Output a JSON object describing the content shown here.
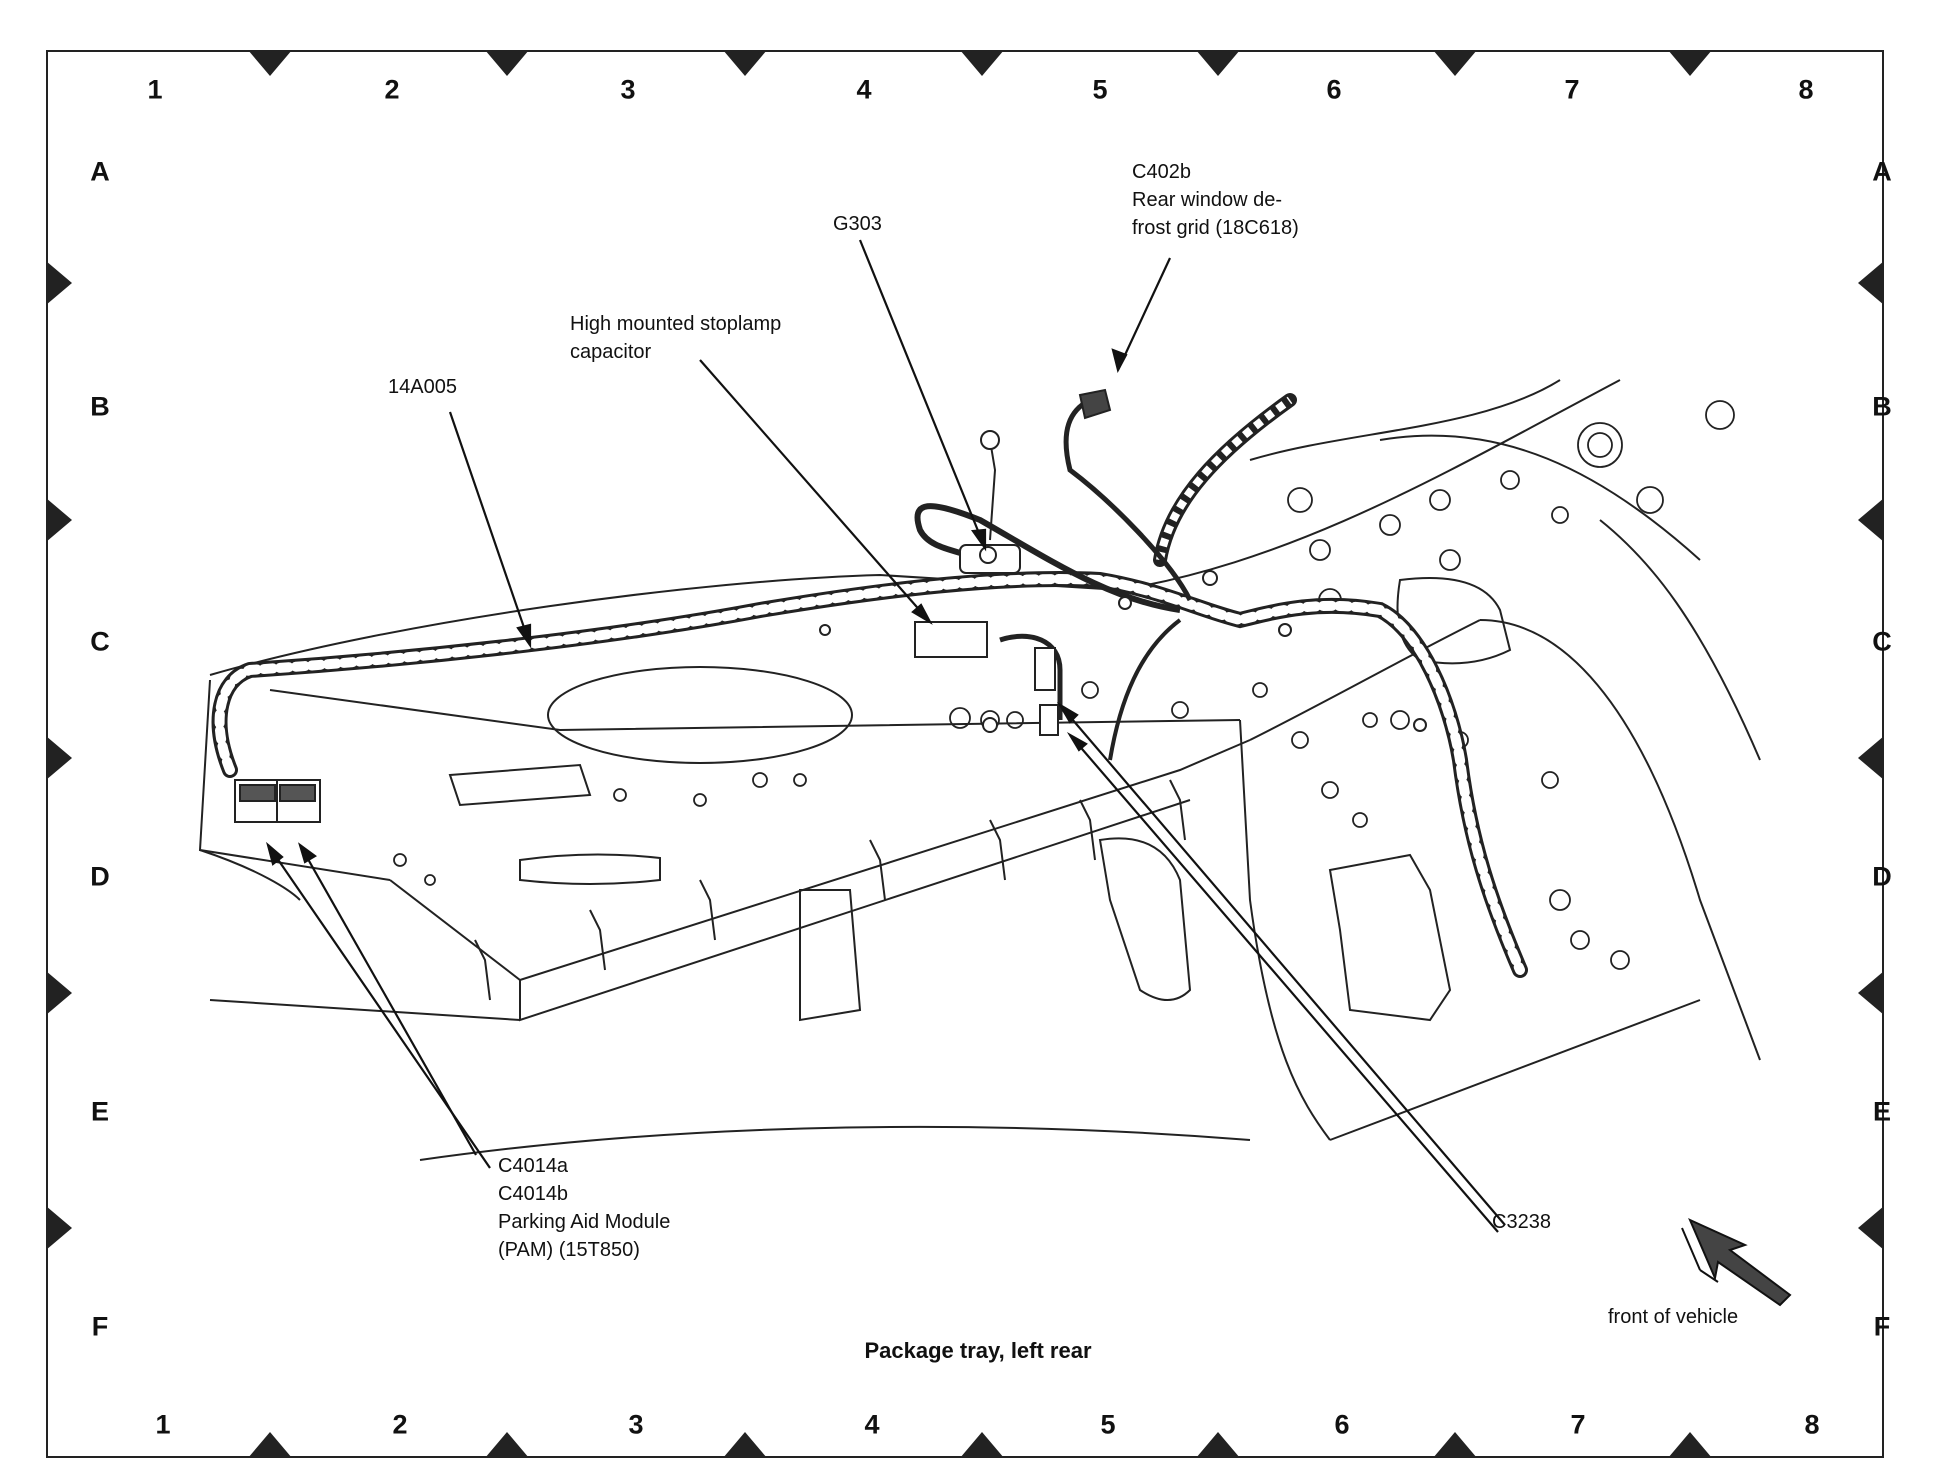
{
  "grid": {
    "columns": [
      "1",
      "2",
      "3",
      "4",
      "5",
      "6",
      "7",
      "8"
    ],
    "rows": [
      "A",
      "B",
      "C",
      "D",
      "E",
      "F"
    ]
  },
  "callouts": {
    "c402b": {
      "id": "C402b",
      "desc_line1": "Rear window de-",
      "desc_line2": "frost grid (18C618)"
    },
    "g303": {
      "id": "G303"
    },
    "stoplamp": {
      "line1": "High mounted stoplamp",
      "line2": "capacitor"
    },
    "harness": {
      "id": "14A005"
    },
    "pam": {
      "id1": "C4014a",
      "id2": "C4014b",
      "desc_line1": "Parking Aid Module",
      "desc_line2": "(PAM) (15T850)"
    },
    "c3238": {
      "id": "C3238"
    }
  },
  "caption": "Package tray, left rear",
  "front_of_vehicle": "front of vehicle"
}
